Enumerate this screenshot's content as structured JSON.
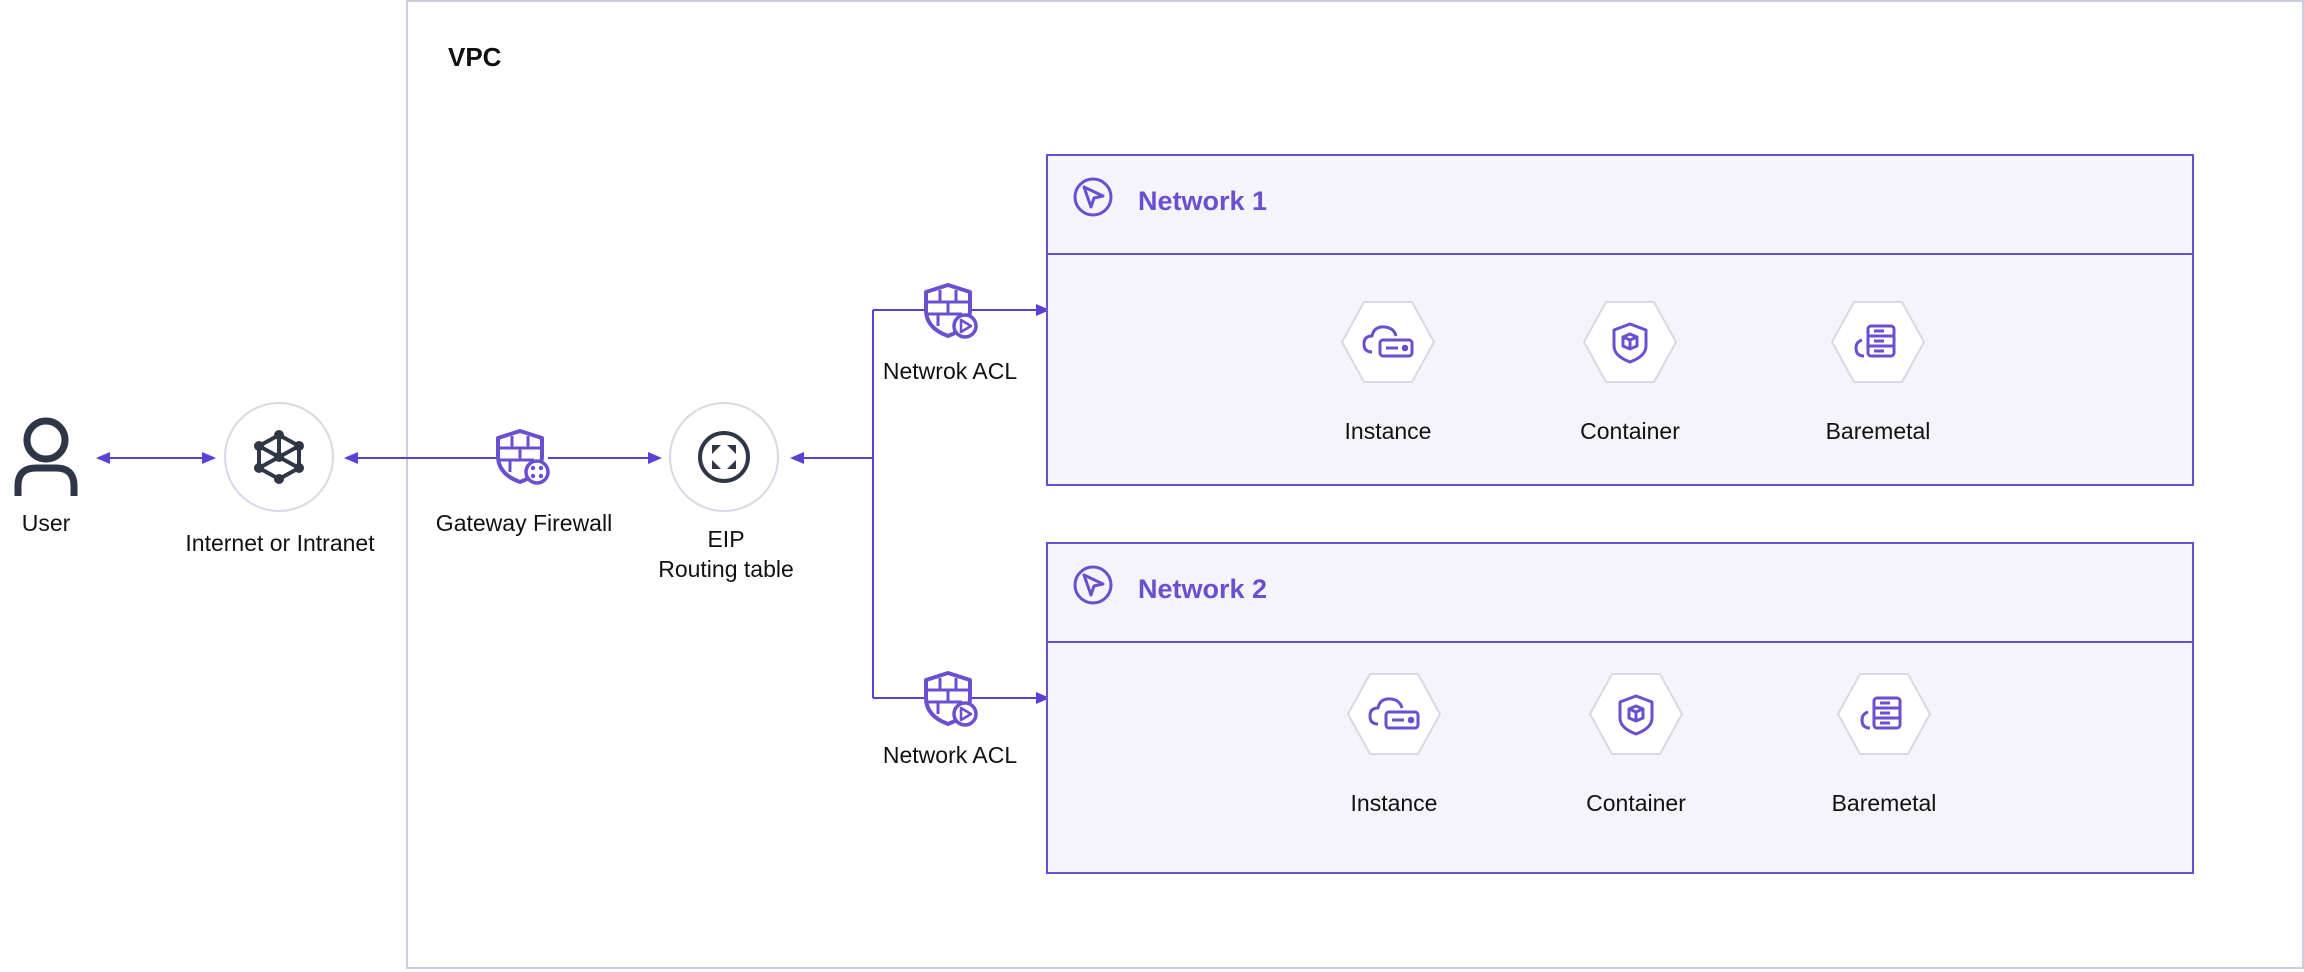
{
  "vpc": {
    "title": "VPC"
  },
  "user": {
    "label": "User"
  },
  "internet": {
    "label": "Internet or Intranet"
  },
  "gateway_firewall": {
    "label": "Gateway Firewall"
  },
  "eip": {
    "line1": "EIP",
    "line2": "Routing table"
  },
  "acl_top": {
    "label": "Netwrok ACL"
  },
  "acl_bottom": {
    "label": "Network ACL"
  },
  "networks": [
    {
      "title": "Network 1",
      "resources": [
        "Instance",
        "Container",
        "Baremetal"
      ]
    },
    {
      "title": "Network 2",
      "resources": [
        "Instance",
        "Container",
        "Baremetal"
      ]
    }
  ],
  "colors": {
    "accent": "#6a4fd1",
    "arrow": "#5b3fd6",
    "border": "#c9ced8",
    "network_bg": "#f5f4fb",
    "icon_dark": "#2f3747"
  }
}
